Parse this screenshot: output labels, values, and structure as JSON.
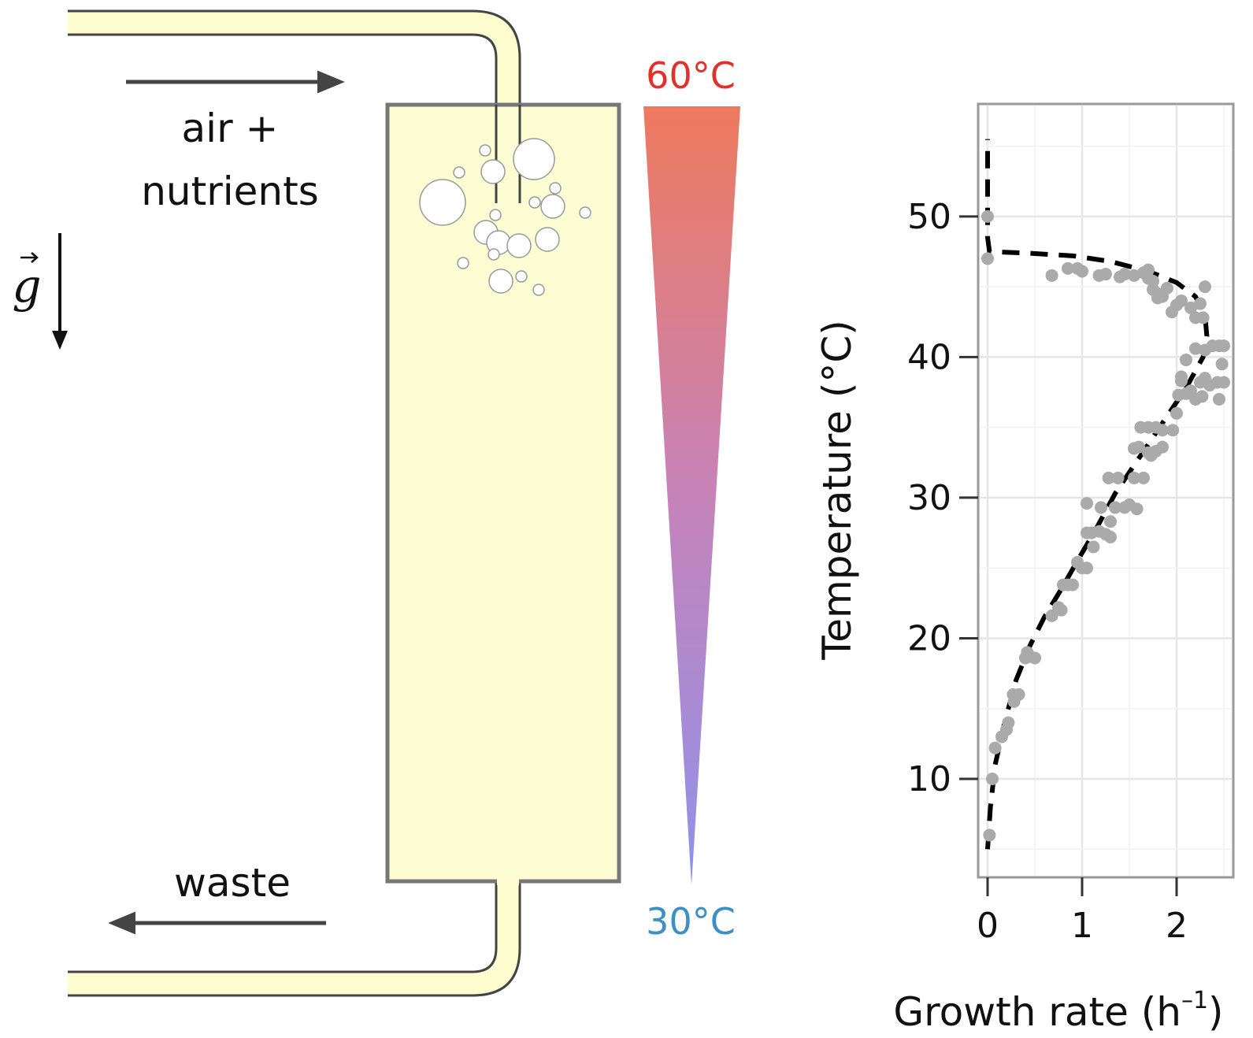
{
  "diagram": {
    "inflow_label_line1": "air +",
    "inflow_label_line2": "nutrients",
    "outflow_label": "waste",
    "gravity_symbol": "g",
    "gradient_top_label": "60°C",
    "gradient_bottom_label": "30°C",
    "gradient_top_color": "#ee7a5e",
    "gradient_bottom_color": "#8f92ea",
    "top_label_color": "#e0322a",
    "bottom_label_color": "#3d8fc4",
    "tank_fill": "#fdfdd4",
    "pipe_fill": "#fdfdd0"
  },
  "chart_data": {
    "type": "scatter",
    "title": "",
    "xlabel": "Growth rate (h",
    "xlabel_superscript": "–1",
    "xlabel_suffix": ")",
    "ylabel": "Temperature (°C)",
    "xlim": [
      -0.1,
      2.6
    ],
    "ylim": [
      3,
      58
    ],
    "x_ticks": [
      0,
      1,
      2
    ],
    "y_ticks": [
      10,
      20,
      30,
      40,
      50
    ],
    "x_tick_labels": [
      "0",
      "1",
      "2"
    ],
    "y_tick_labels": [
      "10",
      "20",
      "30",
      "40",
      "50"
    ],
    "grid": true,
    "point_color": "#aaaaaa",
    "line_color": "#000000",
    "series": [
      {
        "kind": "points",
        "points": [
          [
            0.02,
            6
          ],
          [
            0.05,
            10
          ],
          [
            0.08,
            12.2
          ],
          [
            0.15,
            13
          ],
          [
            0.2,
            13.5
          ],
          [
            0.22,
            14
          ],
          [
            0.28,
            15.5
          ],
          [
            0.33,
            16
          ],
          [
            0.27,
            16
          ],
          [
            0.4,
            18.6
          ],
          [
            0.42,
            19
          ],
          [
            0.45,
            18.7
          ],
          [
            0.5,
            18.6
          ],
          [
            0.68,
            21.6
          ],
          [
            0.75,
            22.2
          ],
          [
            0.78,
            22
          ],
          [
            0.8,
            23.8
          ],
          [
            0.85,
            23.8
          ],
          [
            0.9,
            23.8
          ],
          [
            0.95,
            25.4
          ],
          [
            1.0,
            25
          ],
          [
            1.05,
            25
          ],
          [
            1.12,
            26.5
          ],
          [
            1.05,
            27.5
          ],
          [
            1.1,
            27.5
          ],
          [
            1.18,
            27.6
          ],
          [
            1.25,
            27.4
          ],
          [
            1.3,
            27.2
          ],
          [
            1.05,
            29.6
          ],
          [
            1.2,
            29.3
          ],
          [
            1.3,
            28.3
          ],
          [
            1.35,
            29.3
          ],
          [
            1.45,
            29.3
          ],
          [
            1.5,
            29.5
          ],
          [
            1.58,
            29.2
          ],
          [
            1.28,
            31.4
          ],
          [
            1.38,
            31.4
          ],
          [
            1.55,
            31.4
          ],
          [
            1.65,
            31.4
          ],
          [
            1.55,
            33.5
          ],
          [
            1.6,
            33.6
          ],
          [
            1.7,
            33.2
          ],
          [
            1.73,
            33.0
          ],
          [
            1.78,
            33.3
          ],
          [
            1.85,
            33.6
          ],
          [
            1.62,
            35
          ],
          [
            1.7,
            35
          ],
          [
            1.78,
            35
          ],
          [
            1.85,
            34.8
          ],
          [
            1.96,
            34.8
          ],
          [
            2.0,
            36
          ],
          [
            2.02,
            37.3
          ],
          [
            2.05,
            38.3
          ],
          [
            2.1,
            37.4
          ],
          [
            2.15,
            37.6
          ],
          [
            2.2,
            37
          ],
          [
            2.27,
            37.2
          ],
          [
            2.25,
            38.2
          ],
          [
            2.3,
            38.5
          ],
          [
            2.35,
            38.0
          ],
          [
            2.43,
            38.2
          ],
          [
            2.45,
            37
          ],
          [
            2.48,
            39.5
          ],
          [
            2.5,
            38.2
          ],
          [
            2.05,
            38.6
          ],
          [
            2.38,
            40.8
          ],
          [
            2.45,
            40.8
          ],
          [
            2.5,
            40.8
          ],
          [
            2.3,
            40.5
          ],
          [
            2.2,
            40.6
          ],
          [
            2.1,
            39.8
          ],
          [
            2.2,
            42.8
          ],
          [
            2.28,
            42.8
          ],
          [
            1.95,
            43.2
          ],
          [
            2.0,
            43.7
          ],
          [
            2.05,
            44.0
          ],
          [
            2.15,
            43.5
          ],
          [
            1.75,
            44.8
          ],
          [
            1.8,
            44.2
          ],
          [
            1.85,
            44.3
          ],
          [
            1.9,
            44.9
          ],
          [
            1.7,
            45.6
          ],
          [
            1.75,
            45.4
          ],
          [
            1.8,
            44.5
          ],
          [
            2.3,
            45.0
          ],
          [
            2.25,
            43.8
          ],
          [
            1.65,
            46.0
          ],
          [
            1.7,
            46.2
          ],
          [
            1.55,
            45.8
          ],
          [
            1.45,
            45.9
          ],
          [
            1.4,
            45.7
          ],
          [
            1.25,
            45.9
          ],
          [
            1.18,
            45.8
          ],
          [
            1.0,
            46.1
          ],
          [
            0.95,
            46.3
          ],
          [
            0.85,
            46.3
          ],
          [
            0.68,
            45.8
          ],
          [
            0.0,
            47.0
          ],
          [
            0.0,
            50
          ]
        ]
      },
      {
        "kind": "dashed-line",
        "points": [
          [
            0.0,
            5
          ],
          [
            0.03,
            8
          ],
          [
            0.08,
            11
          ],
          [
            0.18,
            14
          ],
          [
            0.3,
            17
          ],
          [
            0.45,
            19.5
          ],
          [
            0.6,
            21.5
          ],
          [
            0.78,
            23.5
          ],
          [
            0.95,
            25.5
          ],
          [
            1.15,
            27.8
          ],
          [
            1.35,
            30.3
          ],
          [
            1.6,
            32.8
          ],
          [
            1.85,
            35.3
          ],
          [
            2.1,
            37.8
          ],
          [
            2.28,
            40
          ],
          [
            2.32,
            41.5
          ],
          [
            2.3,
            43
          ],
          [
            2.2,
            44.3
          ],
          [
            2.0,
            45.3
          ],
          [
            1.7,
            46.1
          ],
          [
            1.3,
            46.8
          ],
          [
            0.9,
            47.2
          ],
          [
            0.4,
            47.4
          ],
          [
            0.02,
            47.5
          ],
          [
            0.0,
            48.5
          ],
          [
            0.0,
            55.5
          ]
        ]
      }
    ]
  }
}
